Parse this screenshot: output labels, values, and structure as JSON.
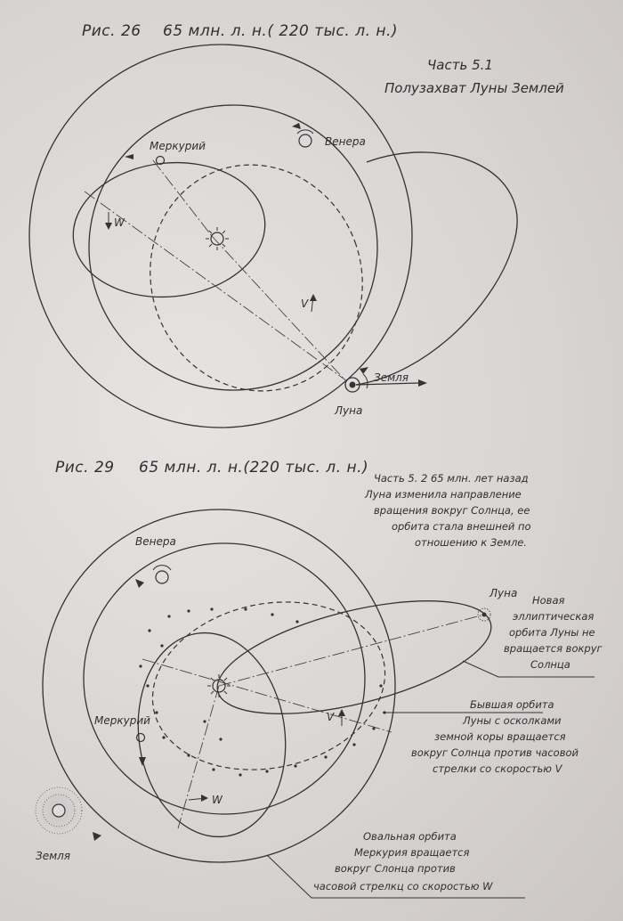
{
  "figure1": {
    "caption": "Рис. 26",
    "period": "65 млн. л. н.( 220 тыс. л. н.)",
    "part": "Часть 5.1",
    "subtitle": "Полузахват Луны Землей",
    "labels": {
      "mercury": "Меркурий",
      "venus": "Венера",
      "earth": "Земля",
      "moon": "Луна",
      "w": "W",
      "v": "V"
    }
  },
  "figure2": {
    "caption": "Рис. 29",
    "period": "65 млн. л. н.(220 тыс. л. н.)",
    "note": [
      "Часть 5. 2  65 млн. лет назад",
      "Луна изменила направление",
      "вращения вокруг Солнца, ее",
      "орбита стала внешней по",
      "отношению к Земле."
    ],
    "labels": {
      "venus": "Венера",
      "moon": "Луна",
      "mercury": "Меркурий",
      "earth": "Земля",
      "w": "W",
      "v": "V"
    },
    "callout_moon": [
      "Новая",
      "эллиптическая",
      "орбита Луны не",
      "вращается вокруг",
      "Солнца"
    ],
    "callout_former": [
      "Бывшая орбита",
      "Луны с осколками",
      "земной коры вращается",
      "вокруг Солнца против часовой",
      "стрелки со скоростью V"
    ],
    "callout_mercury": [
      "Овальная орбита",
      "Меркурия вращается",
      "вокруг Слонца против",
      "часовой стрелкц со скоростью W"
    ]
  }
}
